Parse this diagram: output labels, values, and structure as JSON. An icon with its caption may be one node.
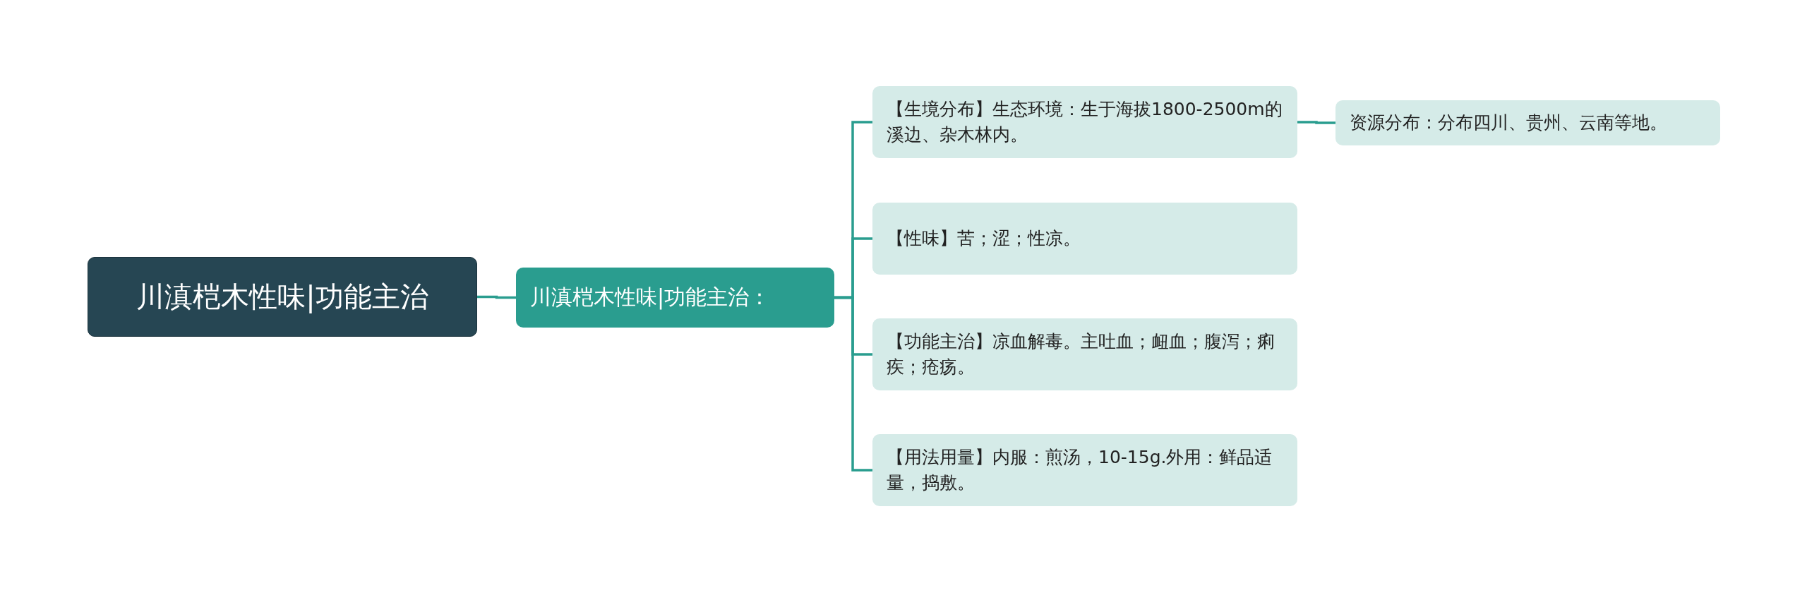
{
  "diagram": {
    "nodes": [
      {
        "text": [
          "川滇桤木性味|功能主治"
        ]
      },
      {
        "text": [
          "川滇桤木性味|功能主治："
        ]
      },
      {
        "text": [
          "【生境分布】生态环境：生于海拔1800-2500m的溪边、杂木林内。"
        ]
      },
      {
        "text": [
          "【性味】苦；涩；性凉。"
        ]
      },
      {
        "text": [
          "【功能主治】凉血解毒。主吐血；衄血；腹泻；痢疾；疮疡。"
        ]
      },
      {
        "text": [
          "【用法用量】内服：煎汤，10-15g.外用：鲜品适量，捣敷。"
        ]
      },
      {
        "text": [
          "资源分布：分布四川、贵州、云南等地。"
        ]
      }
    ],
    "edges": [
      {
        "from": 0,
        "to": 1,
        "arrow": "none"
      },
      {
        "from": 1,
        "to": 2,
        "arrow": "none"
      },
      {
        "from": 1,
        "to": 3,
        "arrow": "none"
      },
      {
        "from": 1,
        "to": 4,
        "arrow": "none"
      },
      {
        "from": 1,
        "to": 5,
        "arrow": "none"
      },
      {
        "from": 2,
        "to": 6,
        "arrow": "none"
      }
    ]
  }
}
